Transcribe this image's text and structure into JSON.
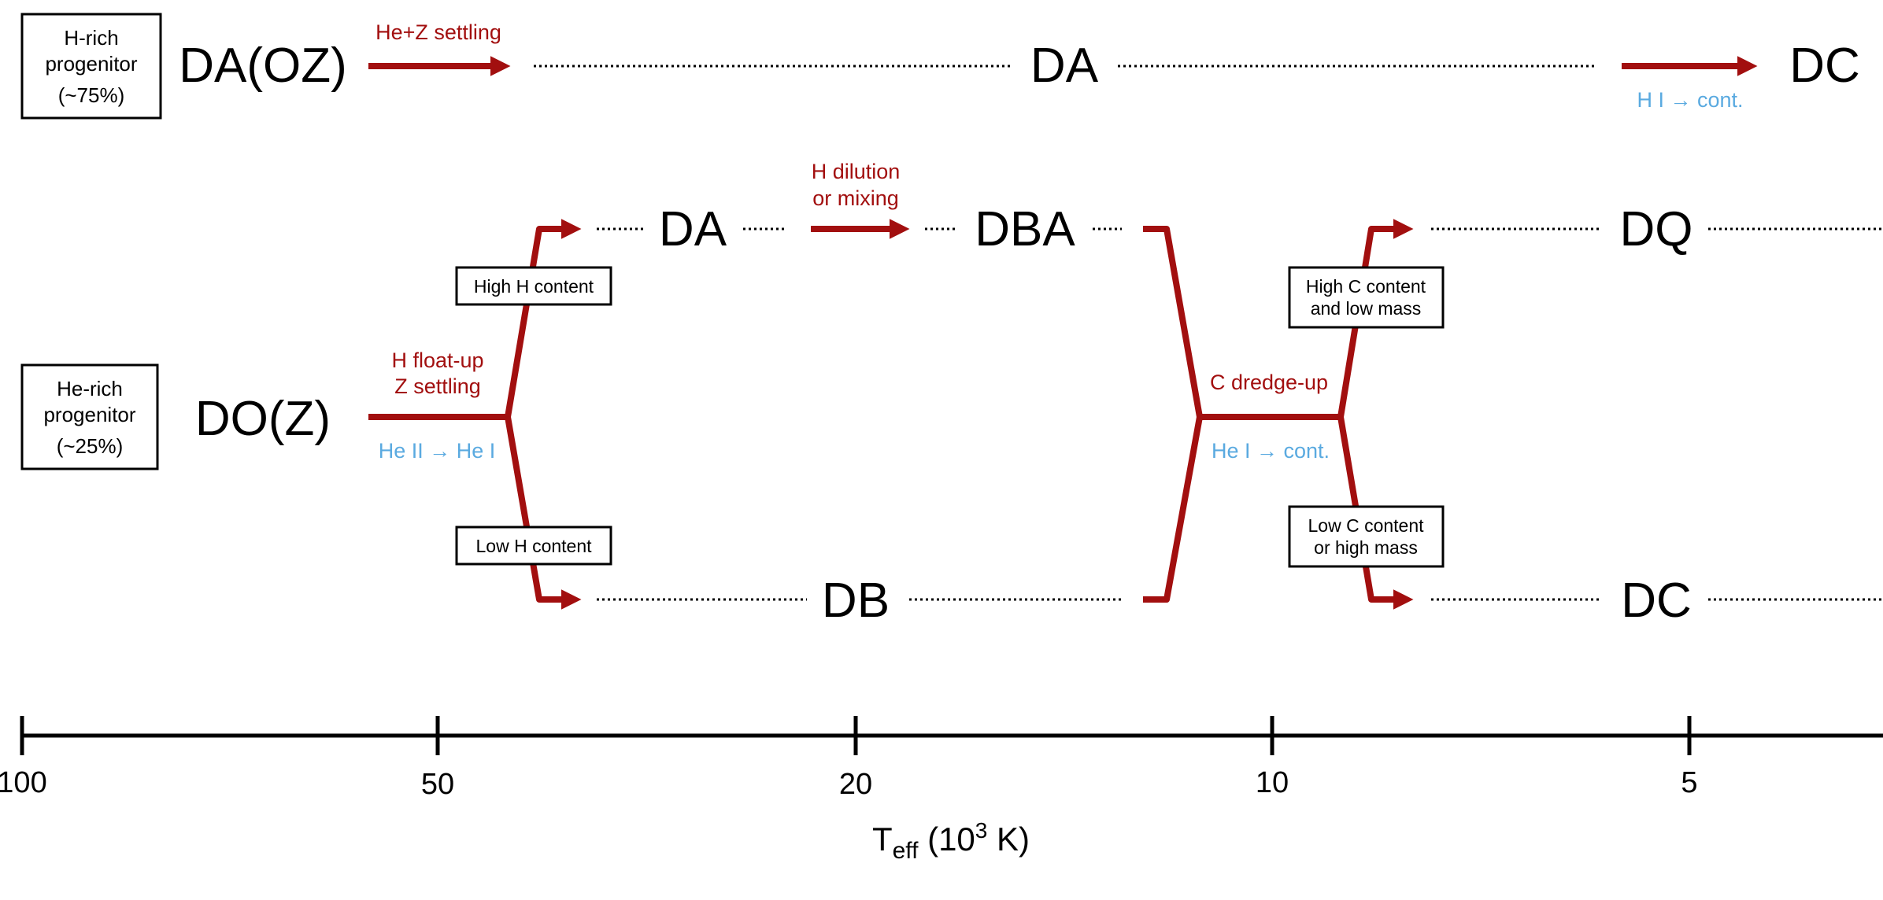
{
  "progenitors": {
    "h_rich": {
      "line1": "H-rich",
      "line2": "progenitor",
      "line3": "(~75%)"
    },
    "he_rich": {
      "line1": "He-rich",
      "line2": "progenitor",
      "line3": "(~25%)"
    }
  },
  "classes": {
    "top_start": "DA(OZ)",
    "top_mid": "DA",
    "top_end": "DC",
    "he_start": "DO(Z)",
    "upper_da": "DA",
    "upper_dba": "DBA",
    "lower_db": "DB",
    "right_dq": "DQ",
    "right_dc": "DC"
  },
  "processes": {
    "he_z_settling": "He+Z settling",
    "h_float_up_1": "H float-up",
    "h_float_up_2": "Z settling",
    "h_dilution_1": "H dilution",
    "h_dilution_2": "or mixing",
    "c_dredge_up": "C dredge-up"
  },
  "transitions": {
    "hi_cont": "H I → cont.",
    "heii_hei": "He II → He I",
    "hei_cont": "He I → cont."
  },
  "conditions": {
    "high_h": "High H content",
    "low_h": "Low H content",
    "high_c_1": "High C content",
    "high_c_2": "and low mass",
    "low_c_1": "Low C content",
    "low_c_2": "or high mass"
  },
  "axis": {
    "ticks": [
      "100",
      "50",
      "20",
      "10",
      "5"
    ],
    "label_main": "T",
    "label_sub": "eff",
    "label_rest_open": " (10",
    "label_sup": "3",
    "label_rest_close": " K)"
  },
  "colors": {
    "process": "#a20f0f",
    "transition": "#5aaae0"
  }
}
